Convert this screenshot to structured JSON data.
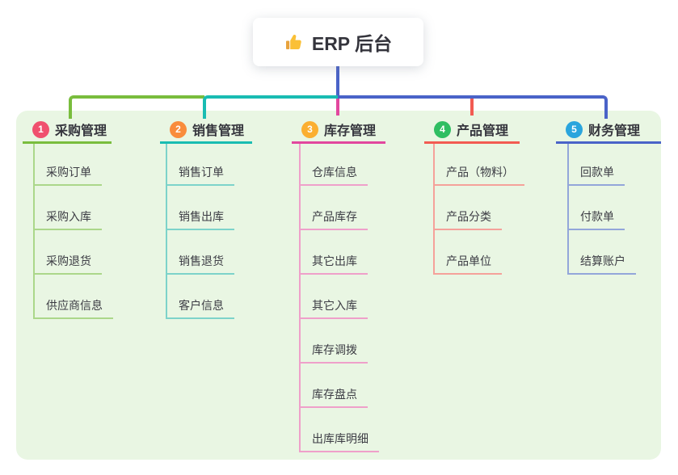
{
  "root": {
    "label": "ERP 后台",
    "icon": "thumbs-up-icon"
  },
  "branches": [
    {
      "num": "1",
      "label": "采购管理",
      "badge_color": "#f0506e",
      "line_color": "#79bd3d",
      "light_color": "#abd78a",
      "children": [
        "采购订单",
        "采购入库",
        "采购退货",
        "供应商信息"
      ]
    },
    {
      "num": "2",
      "label": "销售管理",
      "badge_color": "#f98c3c",
      "line_color": "#19bcb2",
      "light_color": "#7dd3ca",
      "children": [
        "销售订单",
        "销售出库",
        "销售退货",
        "客户信息"
      ]
    },
    {
      "num": "3",
      "label": "库存管理",
      "badge_color": "#fbaf31",
      "line_color": "#e2479e",
      "light_color": "#efa0ca",
      "children": [
        "仓库信息",
        "产品库存",
        "其它出库",
        "其它入库",
        "库存调拨",
        "库存盘点",
        "出库库明细"
      ]
    },
    {
      "num": "4",
      "label": "产品管理",
      "badge_color": "#2fbe62",
      "line_color": "#f25b52",
      "light_color": "#f5a19a",
      "children": [
        "产品（物料）",
        "产品分类",
        "产品单位"
      ]
    },
    {
      "num": "5",
      "label": "财务管理",
      "badge_color": "#2aa5dd",
      "line_color": "#4a63c8",
      "light_color": "#93a6da",
      "children": [
        "回款单",
        "付款单",
        "结算账户"
      ]
    }
  ]
}
